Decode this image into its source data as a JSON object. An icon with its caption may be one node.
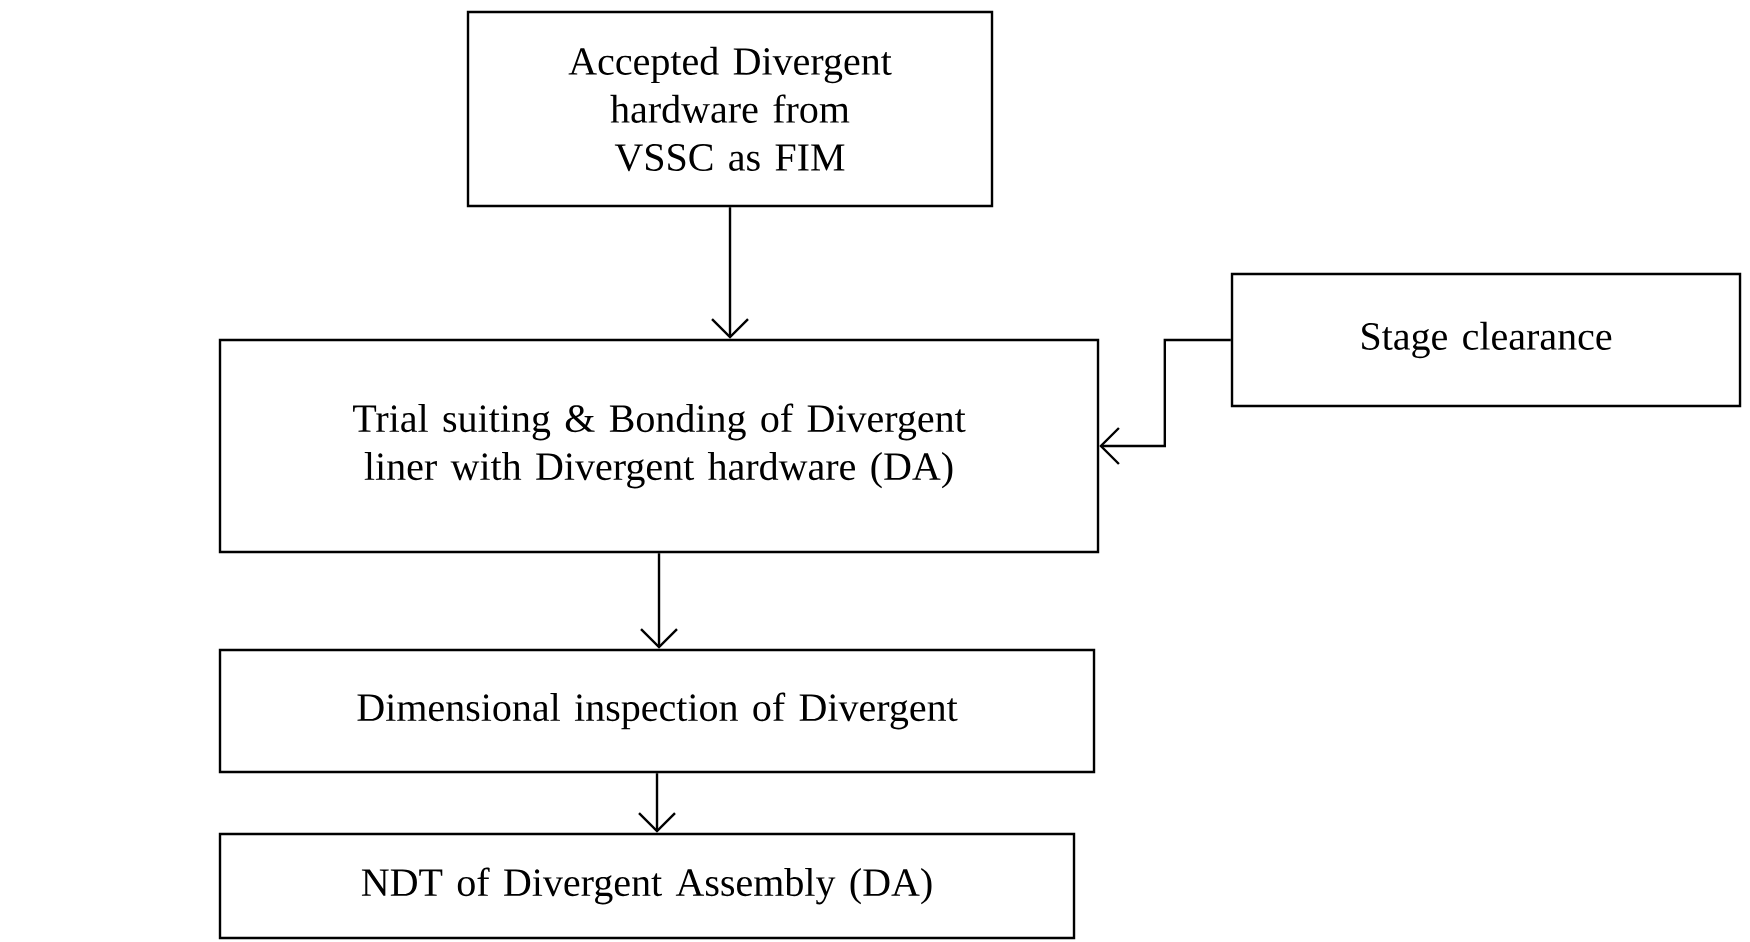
{
  "diagram": {
    "nodes": [
      {
        "text": [
          "Accepted Divergent hardware from VSSC as FIM"
        ]
      },
      {
        "text": [
          "Trial suiting & Bonding of Divergent liner with Divergent hardware (DA)"
        ]
      },
      {
        "text": [
          "Dimensional inspection of Divergent"
        ]
      },
      {
        "text": [
          "NDT of Divergent Assembly (DA)"
        ]
      },
      {
        "text": [
          "Stage clearance"
        ]
      }
    ],
    "edges": [
      {
        "from": 0,
        "to": 1,
        "arrow": "to"
      },
      {
        "from": 4,
        "to": 1,
        "arrow": "to"
      },
      {
        "from": 1,
        "to": 2,
        "arrow": "to"
      },
      {
        "from": 2,
        "to": 3,
        "arrow": "to"
      }
    ]
  }
}
